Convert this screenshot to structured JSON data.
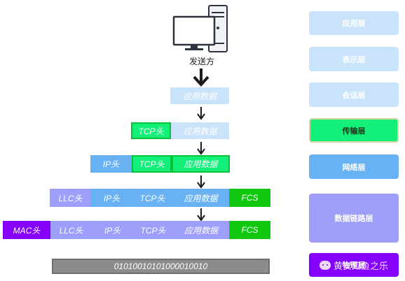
{
  "sender": {
    "label": "发送方"
  },
  "headers": {
    "app_data": "应用数据",
    "tcp": "TCP头",
    "ip": "IP头",
    "llc": "LLC头",
    "mac": "MAC头",
    "fcs": "FCS"
  },
  "bits": "01010010101000010010",
  "layers": [
    {
      "label": "应用层"
    },
    {
      "label": "表示层"
    },
    {
      "label": "会话层"
    },
    {
      "label": "传输层"
    },
    {
      "label": "网络层"
    },
    {
      "label": "数据链路层"
    },
    {
      "label": "物理层"
    }
  ],
  "watermark": "黄安知鱼之乐",
  "colors": {
    "light_blue": "#c9e3fb",
    "green": "#12f07a",
    "blue": "#68b2f4",
    "lavender": "#9e9ffb",
    "dark_green": "#0fc80f",
    "purple": "#8600ff",
    "gray": "#8c8c8c"
  }
}
